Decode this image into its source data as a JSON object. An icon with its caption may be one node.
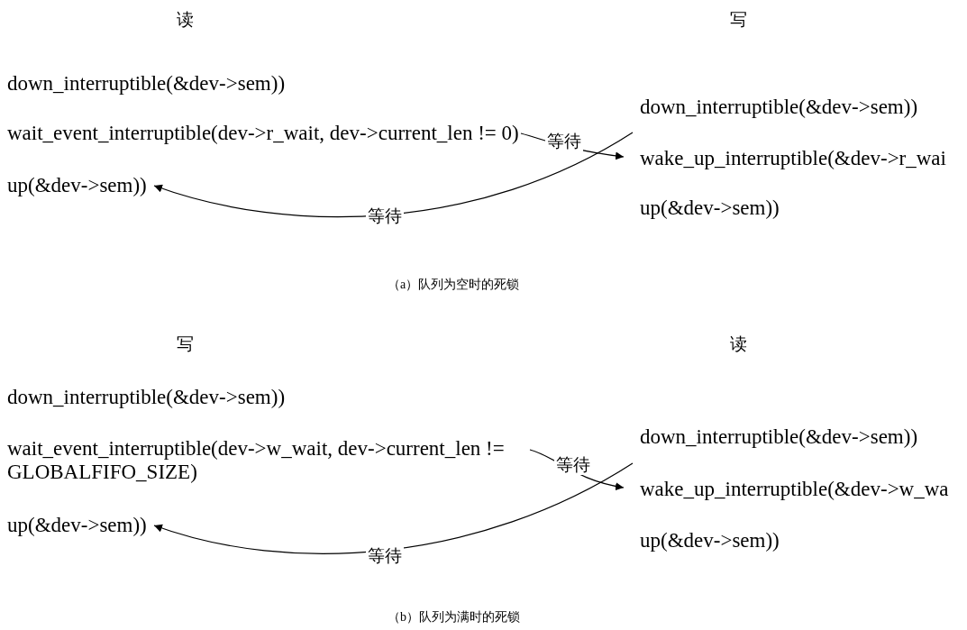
{
  "diagram": {
    "nodes": [
      {
        "text": [
          "down_interruptible(&dev->sem))"
        ]
      },
      {
        "text": [
          "wait_event_interruptible(dev->r_wait, dev->current_len != 0)"
        ]
      },
      {
        "text": [
          "up(&dev->sem))"
        ]
      },
      {
        "text": [
          "down_interruptible(&dev->sem))"
        ]
      },
      {
        "text": [
          "wake_up_interruptible(&dev->r_wai"
        ]
      },
      {
        "text": [
          "up(&dev->sem))"
        ]
      },
      {
        "text": [
          "down_interruptible(&dev->sem))"
        ]
      },
      {
        "text": [
          "wait_event_interruptible(dev->w_wait, dev->current_len != GLOBALFIFO_SIZE)"
        ]
      },
      {
        "text": [
          "up(&dev->sem))"
        ]
      },
      {
        "text": [
          "down_interruptible(&dev->sem))"
        ]
      },
      {
        "text": [
          "wake_up_interruptible(&dev->w_wa"
        ]
      },
      {
        "text": [
          "up(&dev->sem))"
        ]
      }
    ],
    "edges": [
      {
        "from": 1,
        "to": 4,
        "arrow": "to",
        "label": "等待"
      },
      {
        "from": 4,
        "to": 2,
        "arrow": "to",
        "label": "等待"
      },
      {
        "from": 7,
        "to": 10,
        "arrow": "to",
        "label": "等待"
      },
      {
        "from": 10,
        "to": 8,
        "arrow": "to",
        "label": "等待"
      }
    ],
    "labels": [
      "读",
      "写",
      "（a）队列为空时的死锁",
      "写",
      "读",
      "（b）队列为满时的死锁"
    ]
  }
}
